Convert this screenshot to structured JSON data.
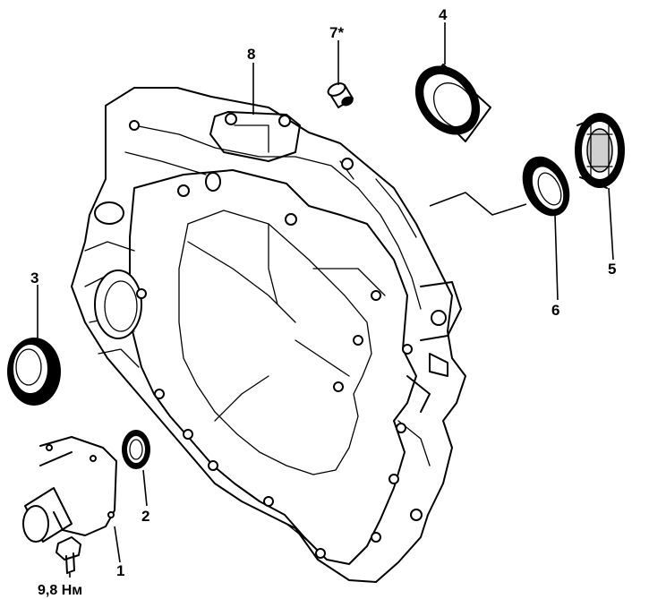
{
  "labels": {
    "part_1": "1",
    "part_2": "2",
    "part_3": "3",
    "part_4": "4",
    "part_5": "5",
    "part_6": "6",
    "part_7": "7*",
    "part_8": "8",
    "torque": "9,8 Нм"
  }
}
